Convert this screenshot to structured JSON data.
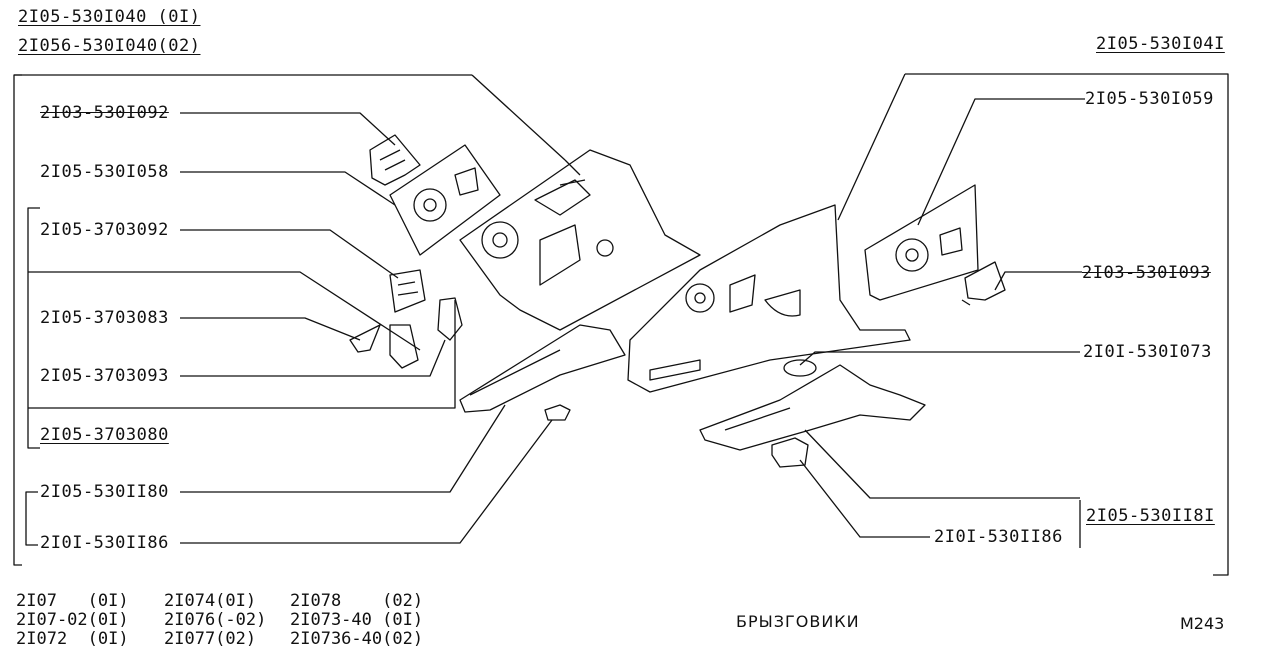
{
  "header": {
    "top_left_1": "2I05-530I040 (0I)",
    "top_left_2": "2I056-530I040(02)",
    "top_right": "2I05-530I04I"
  },
  "callouts": {
    "p092": "2I03-530I092",
    "p058": "2I05-530I058",
    "p3703092": "2I05-3703092",
    "p3703083": "2I05-3703083",
    "p3703093": "2I05-3703093",
    "p3703080": "2I05-3703080",
    "p1180": "2I05-530II80",
    "p1186l": "2I0I-530II86",
    "p059": "2I05-530I059",
    "p093": "2I03-530I093",
    "p073": "2I0I-530I073",
    "p1181": "2I05-530II8I",
    "p1186r": "2I0I-530II86"
  },
  "models": [
    [
      "2I07   (0I)",
      "2I074(0I)",
      "2I078    (02)"
    ],
    [
      "2I07-02(0I)",
      "2I076(-02)",
      "2I073-40 (0I)"
    ],
    [
      "2I072  (0I)",
      "2I077(02)",
      "2I0736-40(02)"
    ]
  ],
  "caption": "БРЫЗГОВИКИ",
  "sheet_code": "M243"
}
